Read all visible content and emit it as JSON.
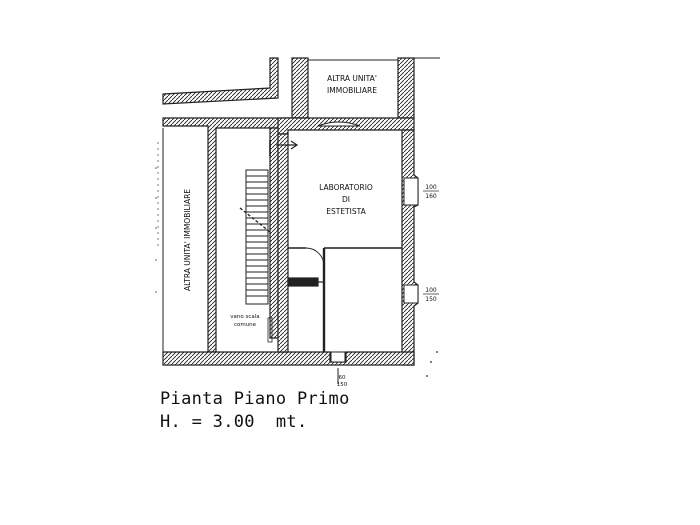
{
  "rooms": {
    "other_unit_top": [
      "ALTRA UNITA'",
      "IMMOBILIARE"
    ],
    "other_unit_left": "ALTRA UNITA' IMMOBILIARE",
    "main_room": [
      "LABORATORIO",
      "DI",
      "ESTETISTA"
    ],
    "stairwell": [
      "vano scala",
      "comune"
    ]
  },
  "windows": {
    "upper": [
      "100",
      "160"
    ],
    "lower": [
      "100",
      "150"
    ],
    "bottom": [
      "60",
      "150"
    ]
  },
  "caption": {
    "title": "Pianta Piano Primo",
    "height": "H. = 3.00  mt."
  }
}
